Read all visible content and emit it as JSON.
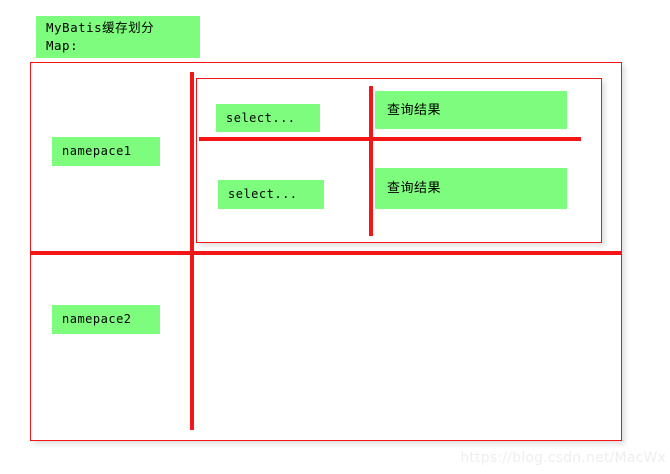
{
  "diagram": {
    "title_chip": {
      "line1": "MyBatis缓存划分",
      "line2": "Map:"
    },
    "colors": {
      "chip_fill": "#7dfc7d",
      "line_red": "#f41616",
      "background": "#ffffff",
      "watermark": "#eeeeee"
    },
    "namespace_rows": [
      {
        "label": "namepace1"
      },
      {
        "label": "namepace2"
      }
    ],
    "cache_entries": [
      {
        "key": "select...",
        "value": "查询结果"
      },
      {
        "key": "select...",
        "value": "查询结果"
      }
    ],
    "watermark": "https://blog.csdn.net/MacWx"
  }
}
